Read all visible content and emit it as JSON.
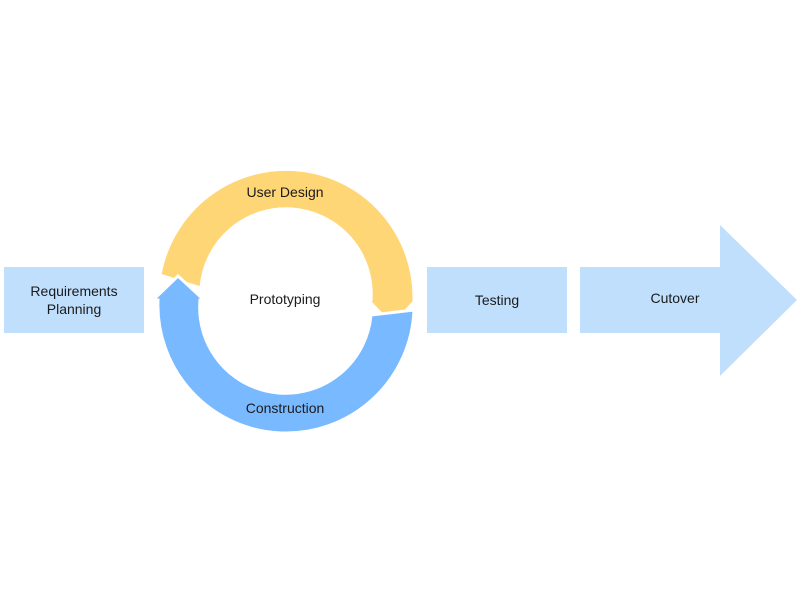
{
  "steps": {
    "requirements": "Requirements\nPlanning",
    "user_design": "User Design",
    "prototyping": "Prototyping",
    "construction": "Construction",
    "testing": "Testing",
    "cutover": "Cutover"
  },
  "colors": {
    "box_fill": "#bfdffd",
    "user_design_arrow": "#ffd675",
    "construction_arrow": "#79b9ff",
    "text": "#1b1b1b"
  },
  "icons": {
    "user_design_arrow": "curved-arrow-icon",
    "construction_arrow": "curved-arrow-icon",
    "cutover_arrow": "block-arrow-icon"
  }
}
